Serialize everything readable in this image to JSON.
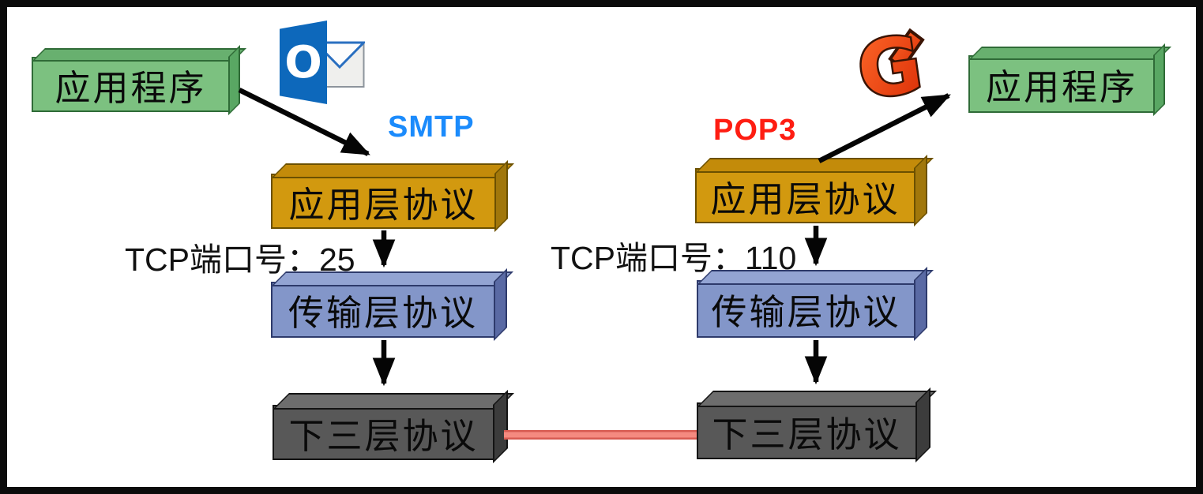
{
  "left_host": {
    "app": "应用程序",
    "protocol": "SMTP",
    "app_layer": "应用层协议",
    "port": "TCP端口号：25",
    "transport": "传输层协议",
    "lower": "下三层协议"
  },
  "right_host": {
    "app": "应用程序",
    "protocol": "POP3",
    "app_layer": "应用层协议",
    "port": "TCP端口号：110",
    "transport": "传输层协议",
    "lower": "下三层协议"
  },
  "icons": {
    "sender_client_icon": "outlook-mail-icon",
    "receiver_client_icon": "foxmail-icon",
    "outlook_letter": "O",
    "foxmail_letter": "G"
  },
  "colors": {
    "smtp_label": "#1b8bfc",
    "pop3_label": "#fe1d12",
    "app_box_green": "#7cc180",
    "app_layer_box_orange": "#d2990f",
    "transport_box_blue": "#8396c9",
    "lower_layers_box_dark": "#585858",
    "physical_link_red": "#f58a80",
    "arrow_black": "#000000"
  }
}
